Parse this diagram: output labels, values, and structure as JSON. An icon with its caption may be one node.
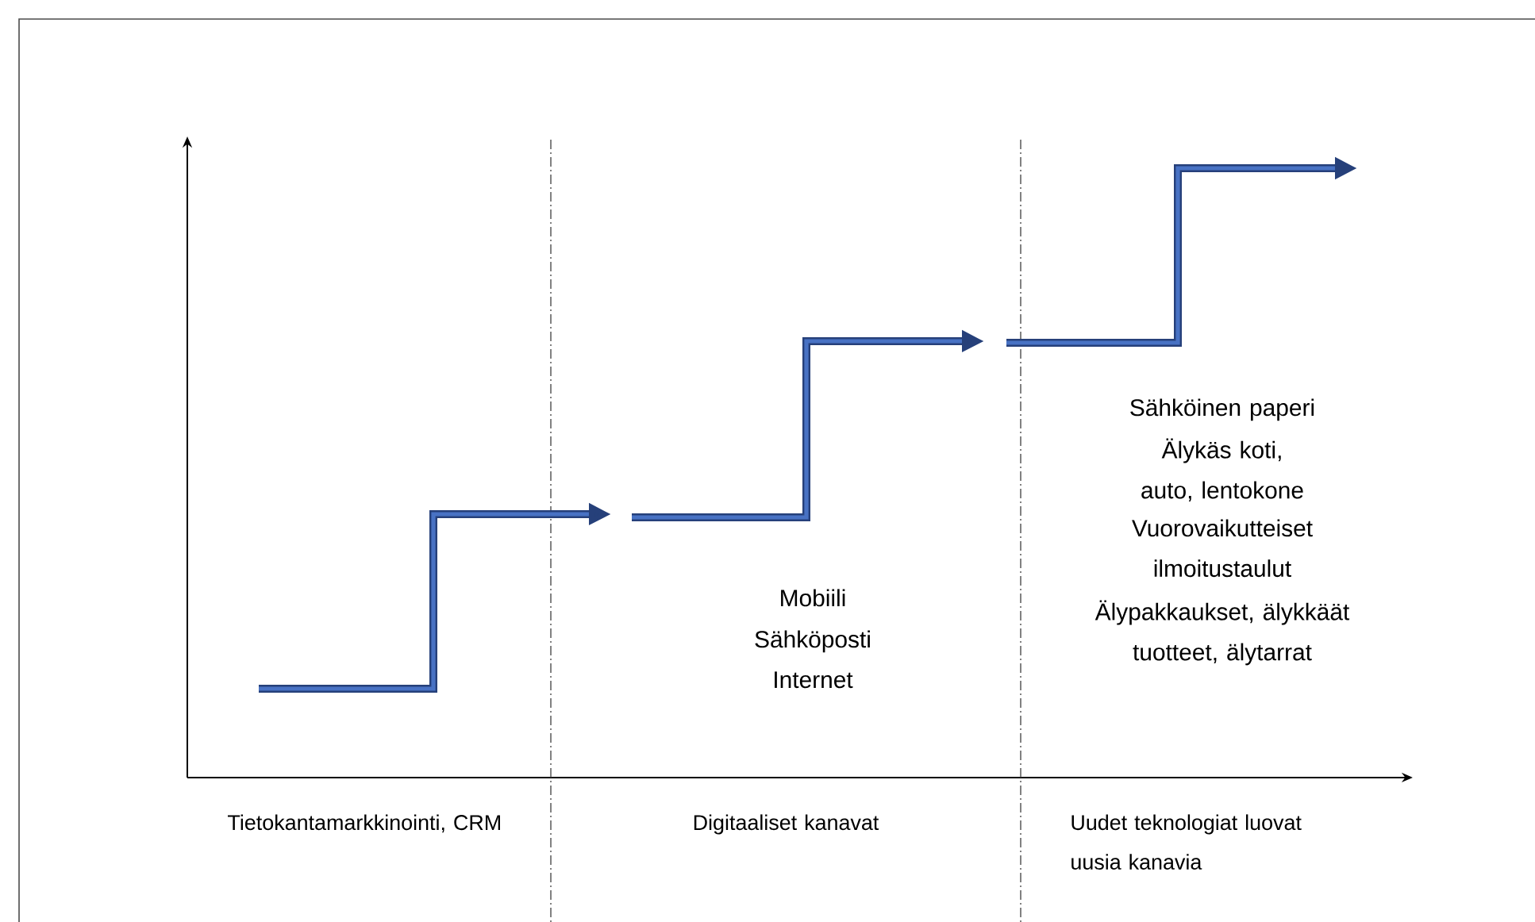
{
  "diagram": {
    "labels": [
      "Sähköinen paperi",
      "Älykäs koti, auto, lentokone",
      "Vuorovaikutteiset ilmoitustaulut",
      "Älypakkaukset, älykkäät tuotteet, älytarrat",
      "Mobiili",
      "Sähköposti",
      "Internet",
      "Tietokantamarkkinointi, CRM",
      "Digitaaliset kanavat",
      "Uudet teknologiat luovat uusia kanavia"
    ]
  }
}
